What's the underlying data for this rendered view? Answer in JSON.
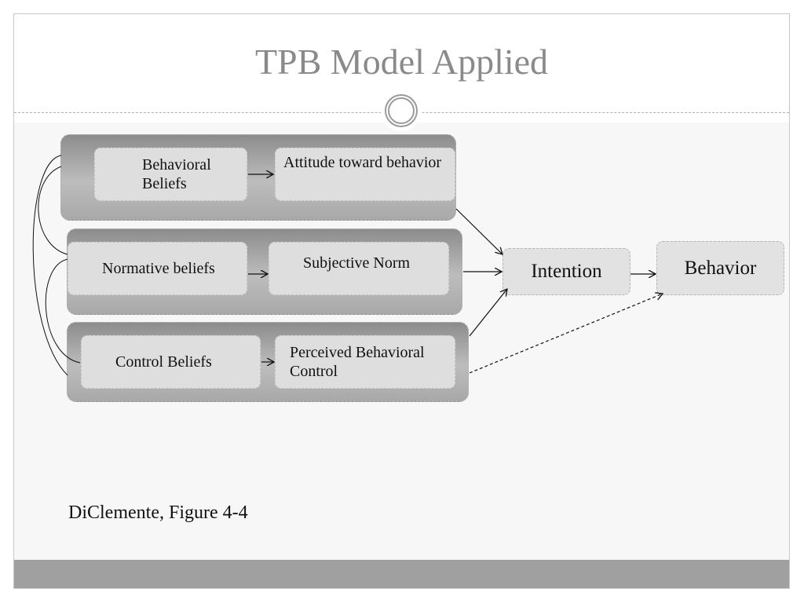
{
  "slide": {
    "title": "TPB Model Applied",
    "caption": "DiClemente, Figure 4-4"
  },
  "diagram": {
    "behavioral_beliefs": "Behavioral Beliefs",
    "attitude": "Attitude toward behavior",
    "normative_beliefs": "Normative beliefs",
    "subjective_norm": "Subjective Norm",
    "control_beliefs": "Control Beliefs",
    "perceived_control": "Perceived Behavioral Control",
    "intention": "Intention",
    "behavior": "Behavior"
  }
}
